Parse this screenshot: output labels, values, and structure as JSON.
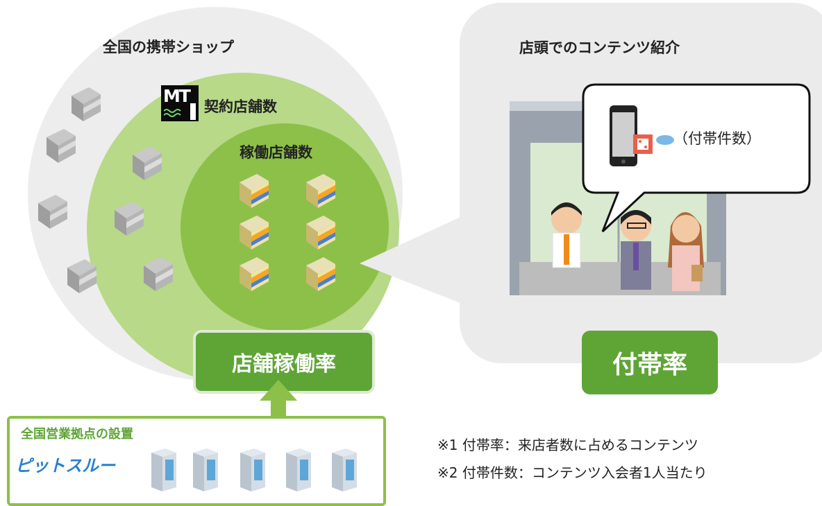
{
  "diagram": {
    "circles": {
      "all_shops_label": "全国の携帯ショップ",
      "contract_label": "契約店舗数",
      "active_label": "稼働店舗数"
    },
    "logo_mt": "MT",
    "store_rate_label": "店舗稼働率",
    "intro_title": "店頭でのコンテンツ紹介",
    "bubble_text": "（付帯件数）",
    "attach_rate_label": "付帯率",
    "bases_label": "全国営業拠点の設置",
    "pit_logo": "ピットスルー",
    "notes": [
      "※1 付帯率：来店者数に占めるコンテンツ",
      "※2 付帯件数：コンテンツ入会者1人当たり"
    ],
    "colors": {
      "outer": "#ededed",
      "mid": "#b7d988",
      "inner": "#8dc049",
      "green_box": "#5ea536",
      "callout": "#ebebeb"
    },
    "icons": [
      "mt-logo-icon",
      "shop-building-icon",
      "office-building-icon",
      "smartphone-icon",
      "app-icon",
      "person-icon"
    ]
  }
}
